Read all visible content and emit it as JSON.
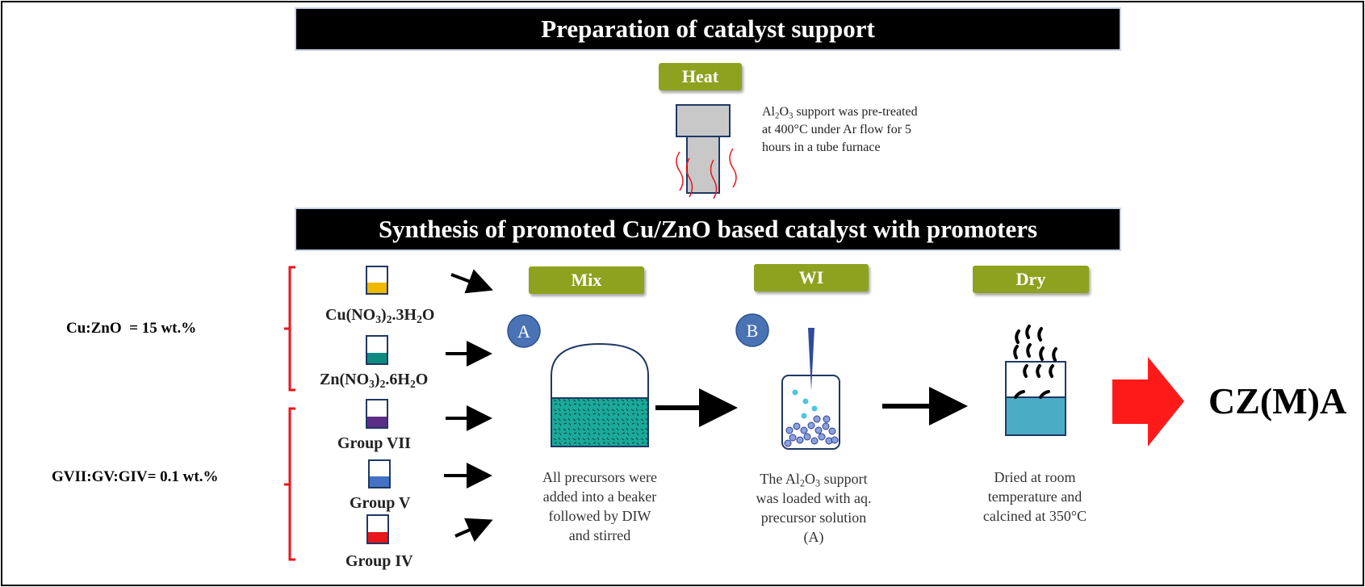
{
  "banners": {
    "support": "Preparation of catalyst support",
    "synthesis": "Synthesis of promoted Cu/ZnO based catalyst with promoters"
  },
  "tags": {
    "heat": "Heat",
    "mix": "Mix",
    "wi": "WI",
    "dry": "Dry"
  },
  "support_note": {
    "al": "Al",
    "sub2": "2",
    "o": "O",
    "sub3": "3",
    "rest1": " support was pre-treated",
    "line2": "at 400°C under Ar flow for 5",
    "line3": "hours in a tube furnace"
  },
  "ratios": {
    "cu_zno": "Cu:ZnO  = 15 wt.%",
    "groups": "GVII:GV:GIV= 0.1 wt.%"
  },
  "precursors": {
    "cu": {
      "base": "Cu(NO",
      "sub1": "3",
      "mid": ")",
      "sub2": "2",
      "tail": ".3H",
      "sub3": "2",
      "end": "O",
      "color": "#f0b800"
    },
    "zn": {
      "base": "Zn(NO",
      "sub1": "3",
      "mid": ")",
      "sub2": "2",
      "tail": ".6H",
      "sub3": "2",
      "end": "O",
      "color": "#0e8a80"
    },
    "g7": {
      "label": "Group VII",
      "color": "#5b2d86"
    },
    "g5": {
      "label": "Group V",
      "color": "#4472c4"
    },
    "g4": {
      "label": "Group IV",
      "color": "#e8161b"
    }
  },
  "steps": {
    "a": {
      "badge": "A",
      "lines": [
        "All precursors were",
        "added into a beaker",
        "followed by DIW",
        "and stirred"
      ]
    },
    "b": {
      "badge": "B",
      "line1_pre": "The Al",
      "line1_sub2": "2",
      "line1_o": "O",
      "line1_sub3": "3",
      "line1_post": " support",
      "lines": [
        "was loaded with aq.",
        "precursor solution",
        "(A)"
      ]
    },
    "dry": {
      "lines": [
        "Dried at room",
        "temperature and",
        "calcined at 350°C"
      ]
    }
  },
  "result": "CZ(M)A",
  "colors": {
    "tag_green": "#8ea21f",
    "beaker_fill": "#1aa99a",
    "dry_liquid": "#4bacc6",
    "big_arrow": "#ff1a1a",
    "bracket": "#e8161b",
    "badge": "#4a73b5"
  }
}
